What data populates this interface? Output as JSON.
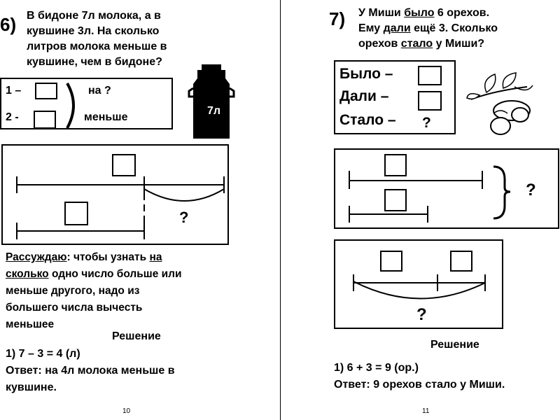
{
  "left": {
    "number": "6)",
    "task_line1": "В бидоне 7л молока, а в",
    "task_line2": "кувшине 3л. На сколько",
    "task_line3": "литров молока меньше в",
    "task_line4": "кувшине, чем в бидоне?",
    "scheme": {
      "row1_prefix": "1 –",
      "row2_prefix": "2 -",
      "na": "на  ?",
      "less": "меньше"
    },
    "can_label": "7л",
    "diagram_question": "?",
    "reasoning": {
      "word_reason": "Рассуждаю",
      "text1": ": чтобы узнать ",
      "na_word": "на",
      "skolko_word": "сколько",
      "text2": " одно число больше или",
      "line3": "меньше другого, надо из",
      "line4": "большего числа вычесть",
      "line5": "меньшее"
    },
    "solution_title": "Решение",
    "solution_line": "1) 7 – 3 = 4 (л)",
    "answer_line1": "Ответ: на 4л молока меньше в",
    "answer_line2": "кувшине.",
    "page_number": "10"
  },
  "right": {
    "number": "7)",
    "task_l1_a": "У Миши ",
    "task_l1_u": "было",
    "task_l1_b": " 6 орехов.",
    "task_l2_a": "Ему ",
    "task_l2_u": "дали",
    "task_l2_b": " ещё 3. Сколько",
    "task_l3_a": "орехов ",
    "task_l3_u": "стало",
    "task_l3_b": " у Миши?",
    "scheme": {
      "was": "Было –",
      "given": "Дали  –",
      "became": "Стало –",
      "q": "?"
    },
    "diagram1_question": "?",
    "diagram2_question": "?",
    "solution_title": "Решение",
    "solution_line": "1) 6 + 3 = 9 (ор.)",
    "answer_line": "Ответ: 9 орехов стало у Миши.",
    "page_number": "11"
  }
}
